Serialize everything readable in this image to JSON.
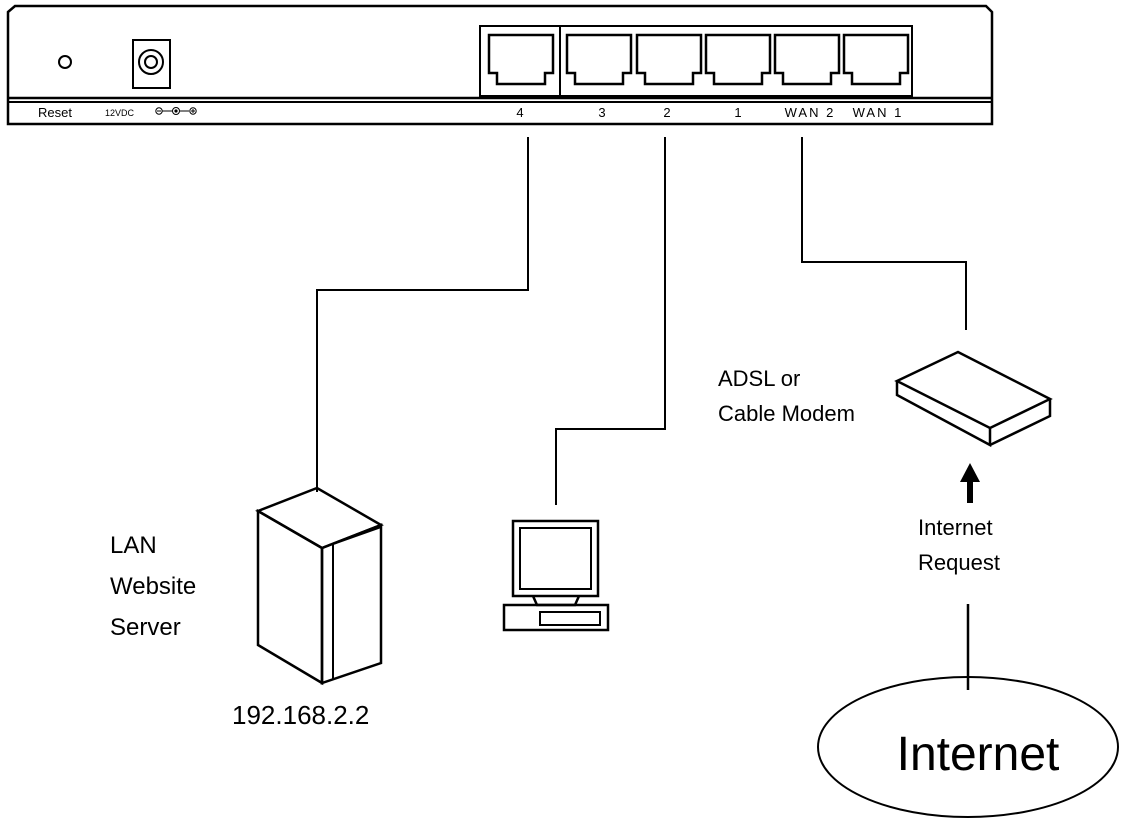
{
  "router": {
    "reset_label": "Reset",
    "power_label": "12VDC",
    "ports": [
      "4",
      "3",
      "2",
      "1",
      "WAN 2",
      "WAN 1"
    ]
  },
  "server": {
    "label_lines": [
      "LAN",
      "Website",
      "Server"
    ],
    "ip": "192.168.2.2"
  },
  "modem": {
    "label_lines": [
      "ADSL or",
      "Cable Modem"
    ]
  },
  "request": {
    "label_lines": [
      "Internet",
      "Request"
    ]
  },
  "internet": {
    "label": "Internet"
  }
}
